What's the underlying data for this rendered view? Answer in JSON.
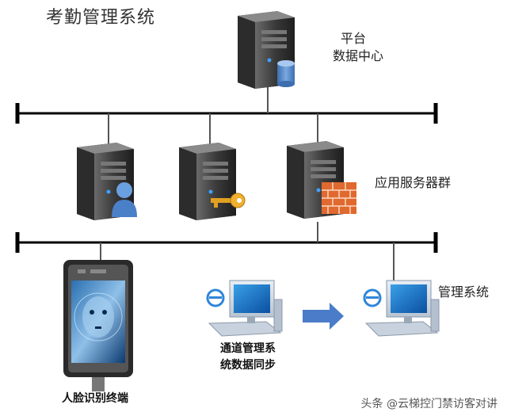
{
  "title": "考勤管理系统",
  "nodes": {
    "platform": {
      "line1": "平台",
      "line2": "数据中心"
    },
    "app_servers": {
      "label": "应用服务器群"
    },
    "management": {
      "label": "管理系统"
    },
    "face_terminal": {
      "label": "人脸识别终端"
    },
    "sync": {
      "line1": "通道管理系",
      "line2": "统数据同步"
    }
  },
  "watermark": "头条 @云梯控门禁访客对讲",
  "colors": {
    "bus": "#000000",
    "server_dark": "#2b2b2b",
    "server_mid": "#5a5a5a",
    "arrow": "#4a7cc9",
    "db": "#4a7fc0",
    "firewall": "#e0692f",
    "key": "#e0a020",
    "user": "#6aa0e0"
  },
  "icons": [
    "database-icon",
    "user-icon",
    "key-icon",
    "firewall-icon",
    "ie-logo-icon",
    "arrow-right-icon"
  ]
}
